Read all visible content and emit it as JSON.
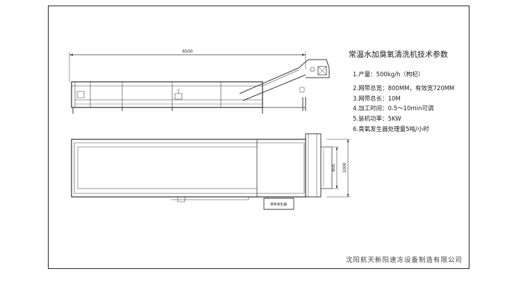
{
  "drawing": {
    "title": "常温水加臭氧清洗机技术参数",
    "specs": [
      "1.产量：500kg/h（枸杞）",
      "2.网带总宽：800MM，有效宽720MM",
      "3.网带总长：10M",
      "4.加工时间：0.5～10min可调",
      "5.装机功率：5KW",
      "6.臭氧发生器处理量5吨/小时"
    ],
    "dimensions": {
      "overall_length": "6500",
      "inner_width": "800",
      "outer_width": "1000"
    },
    "generator_label": "臭氧发生器",
    "company": "沈阳航天新阳速冻设备制造有限公司"
  }
}
